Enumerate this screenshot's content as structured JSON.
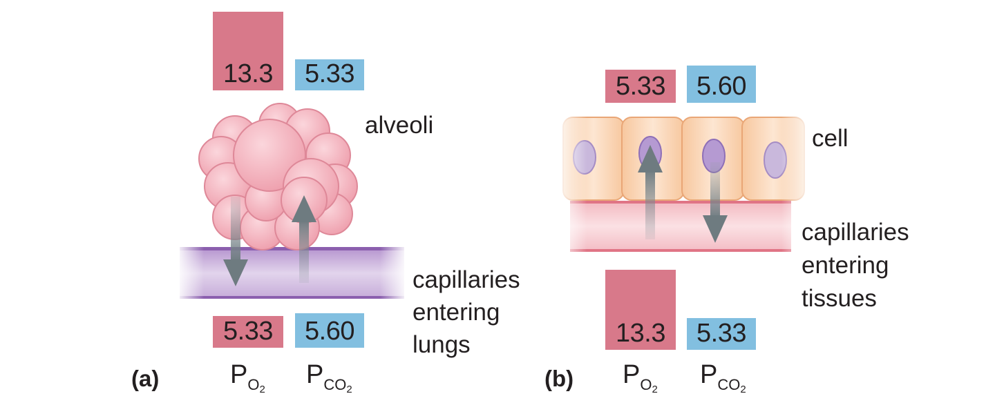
{
  "panel_a": {
    "letter": "(a)",
    "top_values": {
      "po2": "13.3",
      "pco2": "5.33"
    },
    "bottom_values": {
      "po2": "5.33",
      "pco2": "5.60"
    },
    "structure_label": "alveoli",
    "capillary_label": [
      "capillaries",
      "entering",
      "lungs"
    ],
    "axis_labels": {
      "po2_main": "P",
      "po2_sub": "O",
      "po2_sub2": "2",
      "pco2_main": "P",
      "pco2_sub": "CO",
      "pco2_sub2": "2"
    }
  },
  "panel_b": {
    "letter": "(b)",
    "top_values": {
      "po2": "5.33",
      "pco2": "5.60"
    },
    "bottom_values": {
      "po2": "13.3",
      "pco2": "5.33"
    },
    "structure_label": "cell",
    "capillary_label": [
      "capillaries",
      "entering",
      "tissues"
    ],
    "axis_labels": {
      "po2_main": "P",
      "po2_sub": "O",
      "po2_sub2": "2",
      "pco2_main": "P",
      "pco2_sub": "CO",
      "pco2_sub2": "2"
    }
  },
  "colors": {
    "po2": "#d8798a",
    "pco2": "#82bfe0",
    "arrow": "#6e7b80",
    "alveoli": "#f2b3bd",
    "cell": "#fbdcc4",
    "capillary_a": "#c9b1d8",
    "capillary_b": "#f5c9cf"
  }
}
